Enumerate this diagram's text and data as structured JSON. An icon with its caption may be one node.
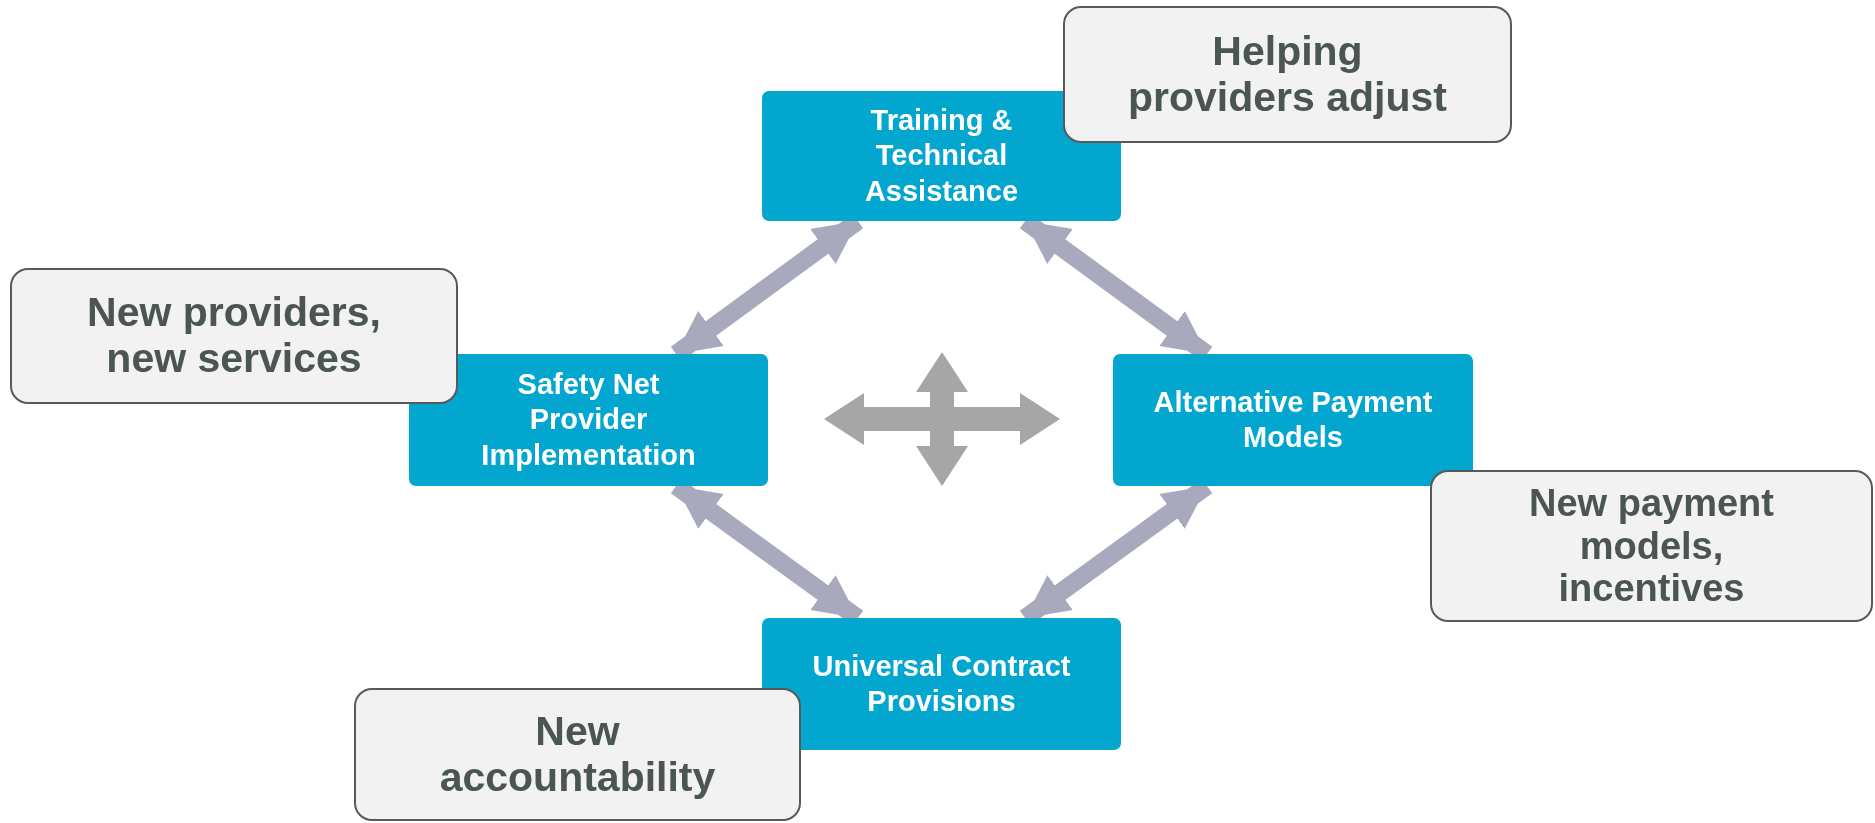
{
  "diagram": {
    "nodes": [
      {
        "text": [
          "Helping providers adjust"
        ]
      },
      {
        "text": [
          "Training & Technical Assistance"
        ]
      },
      {
        "text": [
          "New providers, new services"
        ]
      },
      {
        "text": [
          "Safety Net Provider Implementation"
        ]
      },
      {
        "text": [
          "Alternative Payment Models"
        ]
      },
      {
        "text": [
          "New payment models, incentives"
        ]
      },
      {
        "text": [
          "Universal Contract Provisions"
        ]
      },
      {
        "text": [
          "New accountability"
        ]
      }
    ],
    "edges": [
      {
        "from": 1,
        "to": 3,
        "arrow": "both"
      },
      {
        "from": 1,
        "to": 4,
        "arrow": "both"
      },
      {
        "from": 3,
        "to": 6,
        "arrow": "both"
      },
      {
        "from": 6,
        "to": 4,
        "arrow": "both"
      }
    ]
  }
}
